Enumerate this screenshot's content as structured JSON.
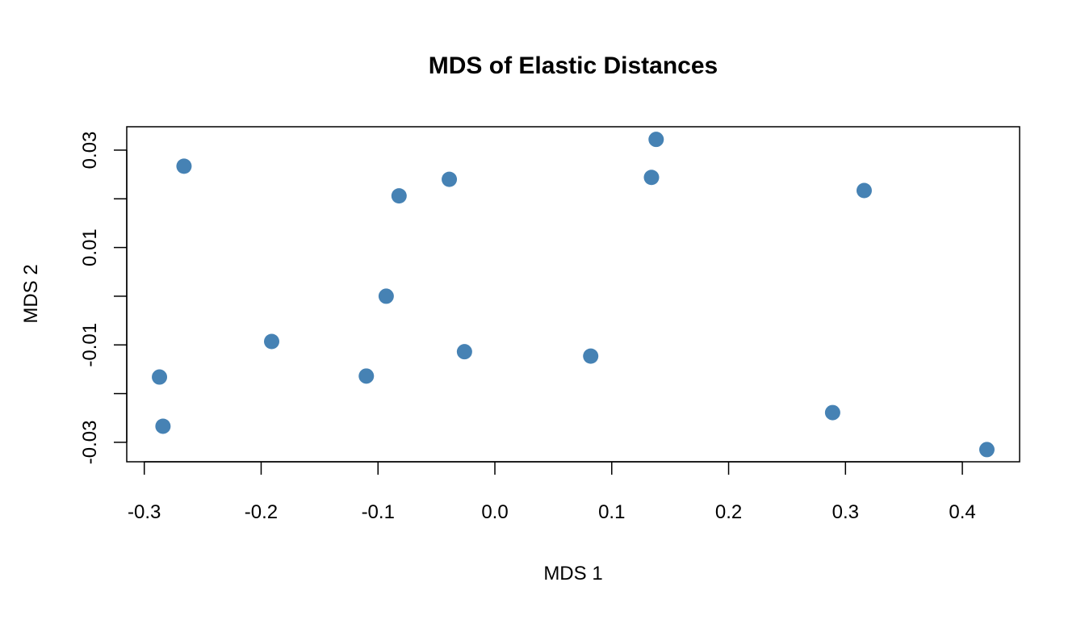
{
  "chart_data": {
    "type": "scatter",
    "title": "MDS of Elastic Distances",
    "xlabel": "MDS 1",
    "ylabel": "MDS 2",
    "xlim": [
      -0.315,
      0.449
    ],
    "ylim": [
      -0.034,
      0.0348
    ],
    "grid": false,
    "point_color": "#4682B4",
    "x_ticks": [
      {
        "value": -0.3,
        "label": "-0.3"
      },
      {
        "value": -0.2,
        "label": "-0.2"
      },
      {
        "value": -0.1,
        "label": "-0.1"
      },
      {
        "value": 0.0,
        "label": "0.0"
      },
      {
        "value": 0.1,
        "label": "0.1"
      },
      {
        "value": 0.2,
        "label": "0.2"
      },
      {
        "value": 0.3,
        "label": "0.3"
      },
      {
        "value": 0.4,
        "label": "0.4"
      }
    ],
    "y_ticks": [
      {
        "value": 0.03,
        "label": "0.03"
      },
      {
        "value": 0.02,
        "label": ""
      },
      {
        "value": 0.01,
        "label": "0.01"
      },
      {
        "value": 0.0,
        "label": ""
      },
      {
        "value": -0.01,
        "label": "-0.01"
      },
      {
        "value": -0.02,
        "label": ""
      },
      {
        "value": -0.03,
        "label": "-0.03"
      }
    ],
    "points": [
      {
        "x": -0.266,
        "y": 0.0267
      },
      {
        "x": -0.287,
        "y": -0.0166
      },
      {
        "x": -0.284,
        "y": -0.0267
      },
      {
        "x": -0.191,
        "y": -0.0093
      },
      {
        "x": -0.11,
        "y": -0.0164
      },
      {
        "x": -0.093,
        "y": 0.0
      },
      {
        "x": -0.082,
        "y": 0.0206
      },
      {
        "x": -0.039,
        "y": 0.024
      },
      {
        "x": -0.026,
        "y": -0.0114
      },
      {
        "x": 0.082,
        "y": -0.0123
      },
      {
        "x": 0.134,
        "y": 0.0244
      },
      {
        "x": 0.138,
        "y": 0.0322
      },
      {
        "x": 0.289,
        "y": -0.0239
      },
      {
        "x": 0.316,
        "y": 0.0217
      },
      {
        "x": 0.421,
        "y": -0.0315
      }
    ]
  }
}
